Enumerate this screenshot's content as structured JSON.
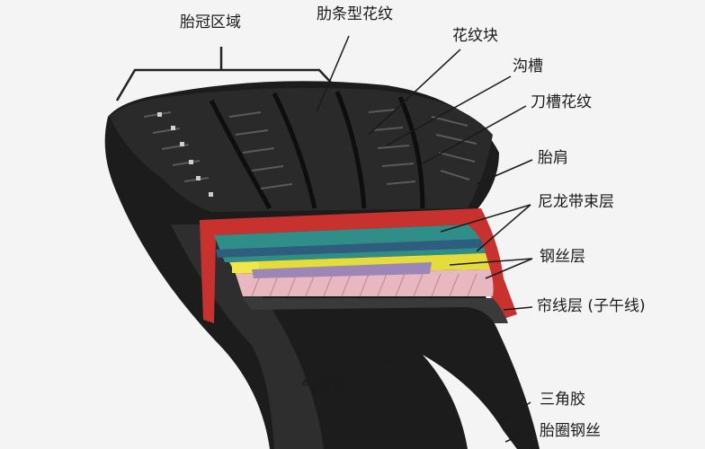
{
  "labels": {
    "crown": "胎冠区域",
    "rib": "肋条型花纹",
    "block": "花纹块",
    "groove": "沟槽",
    "sipe": "刀槽花纹",
    "shoulder": "胎肩",
    "nylon": "尼龙带束层",
    "steel": "钢丝层",
    "ply": "帘线层 (子午线)",
    "liner": "气密层",
    "apex": "三角胶",
    "bead": "胎圈钢丝"
  },
  "colors": {
    "background": "#f4f4f4",
    "tread": "#2a2a2a",
    "tread_dark": "#111111",
    "sidewall": "#1c1c1c",
    "rubber_red": "#c8322e",
    "nylon_teal": "#2f8f88",
    "nylon_blue": "#2f5d7e",
    "steel_yellow": "#e3dc3a",
    "ply_pink": "#e8b8c0",
    "ply_purple": "#9c86b8",
    "leader_line": "#1a1a1a"
  }
}
